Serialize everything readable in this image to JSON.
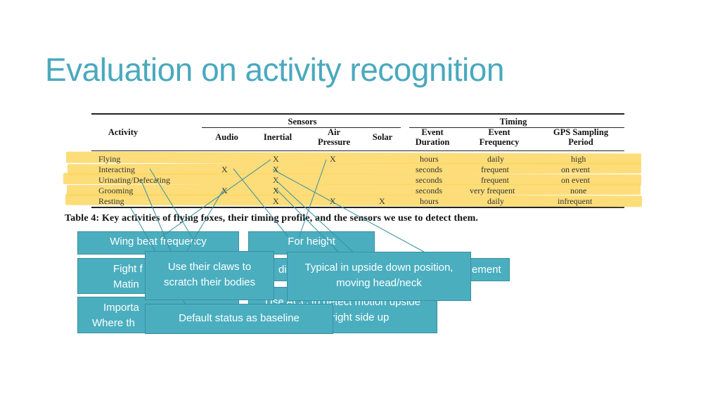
{
  "slide": {
    "title": "Evaluation on activity recognition"
  },
  "table": {
    "group_headers": {
      "sensors": "Sensors",
      "timing": "Timing"
    },
    "headers": {
      "activity": "Activity",
      "audio": "Audio",
      "inertial": "Inertial",
      "air_pressure_1": "Air",
      "air_pressure_2": "Pressure",
      "solar": "Solar",
      "event_duration_1": "Event",
      "event_duration_2": "Duration",
      "event_frequency_1": "Event",
      "event_frequency_2": "Frequency",
      "gps_period_1": "GPS Sampling",
      "gps_period_2": "Period"
    },
    "rows": [
      {
        "activity": "Flying",
        "audio": "",
        "inertial": "X",
        "air": "X",
        "solar": "",
        "duration": "hours",
        "frequency": "daily",
        "gps": "high"
      },
      {
        "activity": "Interacting",
        "audio": "X",
        "inertial": "X",
        "air": "",
        "solar": "",
        "duration": "seconds",
        "frequency": "frequent",
        "gps": "on event"
      },
      {
        "activity": "Urinating/Defecating",
        "audio": "",
        "inertial": "X",
        "air": "",
        "solar": "",
        "duration": "seconds",
        "frequency": "frequent",
        "gps": "on event"
      },
      {
        "activity": "Grooming",
        "audio": "X",
        "inertial": "X",
        "air": "",
        "solar": "",
        "duration": "seconds",
        "frequency": "very frequent",
        "gps": "none"
      },
      {
        "activity": "Resting",
        "audio": "",
        "inertial": "X",
        "air": "X",
        "solar": "X",
        "duration": "hours",
        "frequency": "daily",
        "gps": "infrequent"
      }
    ],
    "caption": "Table 4: Key activities of flying foxes, their timing profile, and the sensors we use to detect them.",
    "highlight_color": "#fcd763"
  },
  "callouts": {
    "wing_beat": "Wing beat frequency",
    "fight_1": "Fight f",
    "fight_2": "Matin",
    "important_1": "Importa",
    "important_2": "Where th",
    "claws_1": "Use their claws to",
    "claws_2": "scratch their bodies",
    "default_status": "Default status as baseline",
    "height": "For height",
    "movement_prefix": "di",
    "movement_suffix": "ement",
    "upside_1": "Typical in upside down position,",
    "upside_2": "moving head/neck",
    "acc_1": "Use ACC to detect motion upside",
    "acc_2": "right side up"
  },
  "colors": {
    "title": "#4aa9be",
    "callout_fill": "#4aaebf",
    "callout_border": "#3a8fa0",
    "connector": "#3a8fa0"
  }
}
